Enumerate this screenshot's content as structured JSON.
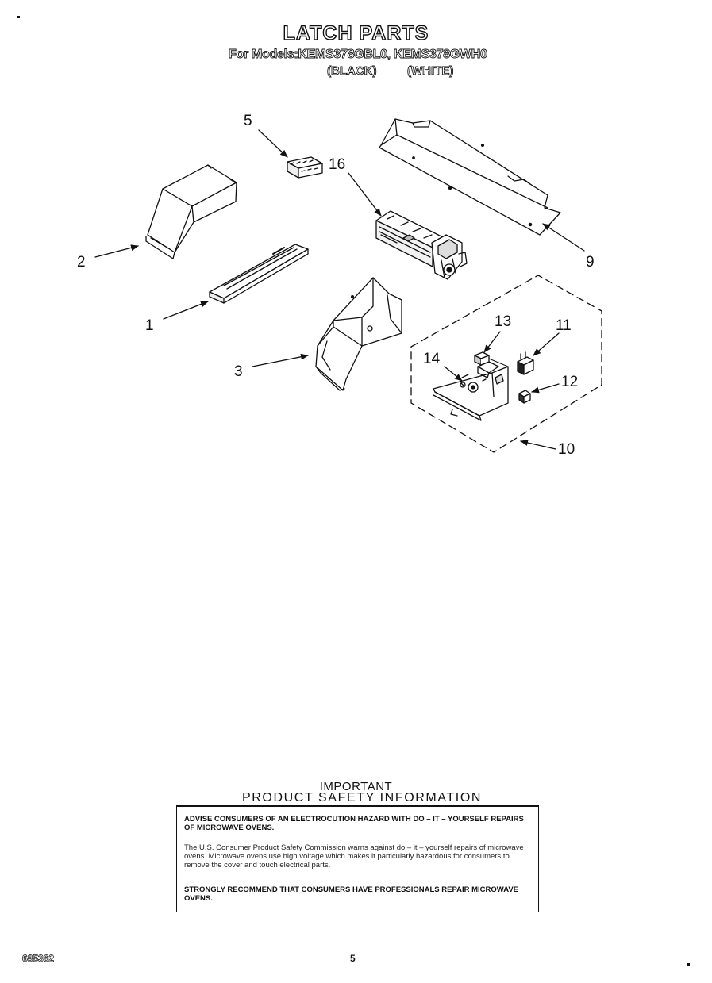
{
  "header": {
    "title": "LATCH PARTS",
    "models_line": "For Models:KEMS378GBL0, KEMS378GWH0",
    "color_black": "(BLACK)",
    "color_white": "(WHITE)"
  },
  "diagram": {
    "callouts": [
      "1",
      "2",
      "3",
      "5",
      "9",
      "10",
      "11",
      "12",
      "13",
      "14",
      "16"
    ]
  },
  "safety_notice": {
    "heading": "IMPORTANT",
    "subheading": "PRODUCT SAFETY INFORMATION",
    "paragraph_1": "ADVISE CONSUMERS OF AN ELECTROCUTION HAZARD WITH DO – IT – YOURSELF REPAIRS OF MICROWAVE OVENS.",
    "paragraph_2": "The U.S. Consumer Product Safety Commission warns against do – it – yourself repairs of microwave ovens. Microwave ovens use high voltage which makes it particularly hazardous for consumers to remove the cover and touch electrical parts.",
    "paragraph_3": "STRONGLY RECOMMEND THAT CONSUMERS HAVE PROFESSIONALS REPAIR MICROWAVE OVENS."
  },
  "footer": {
    "doc_number": "685362",
    "page_number": "5"
  }
}
